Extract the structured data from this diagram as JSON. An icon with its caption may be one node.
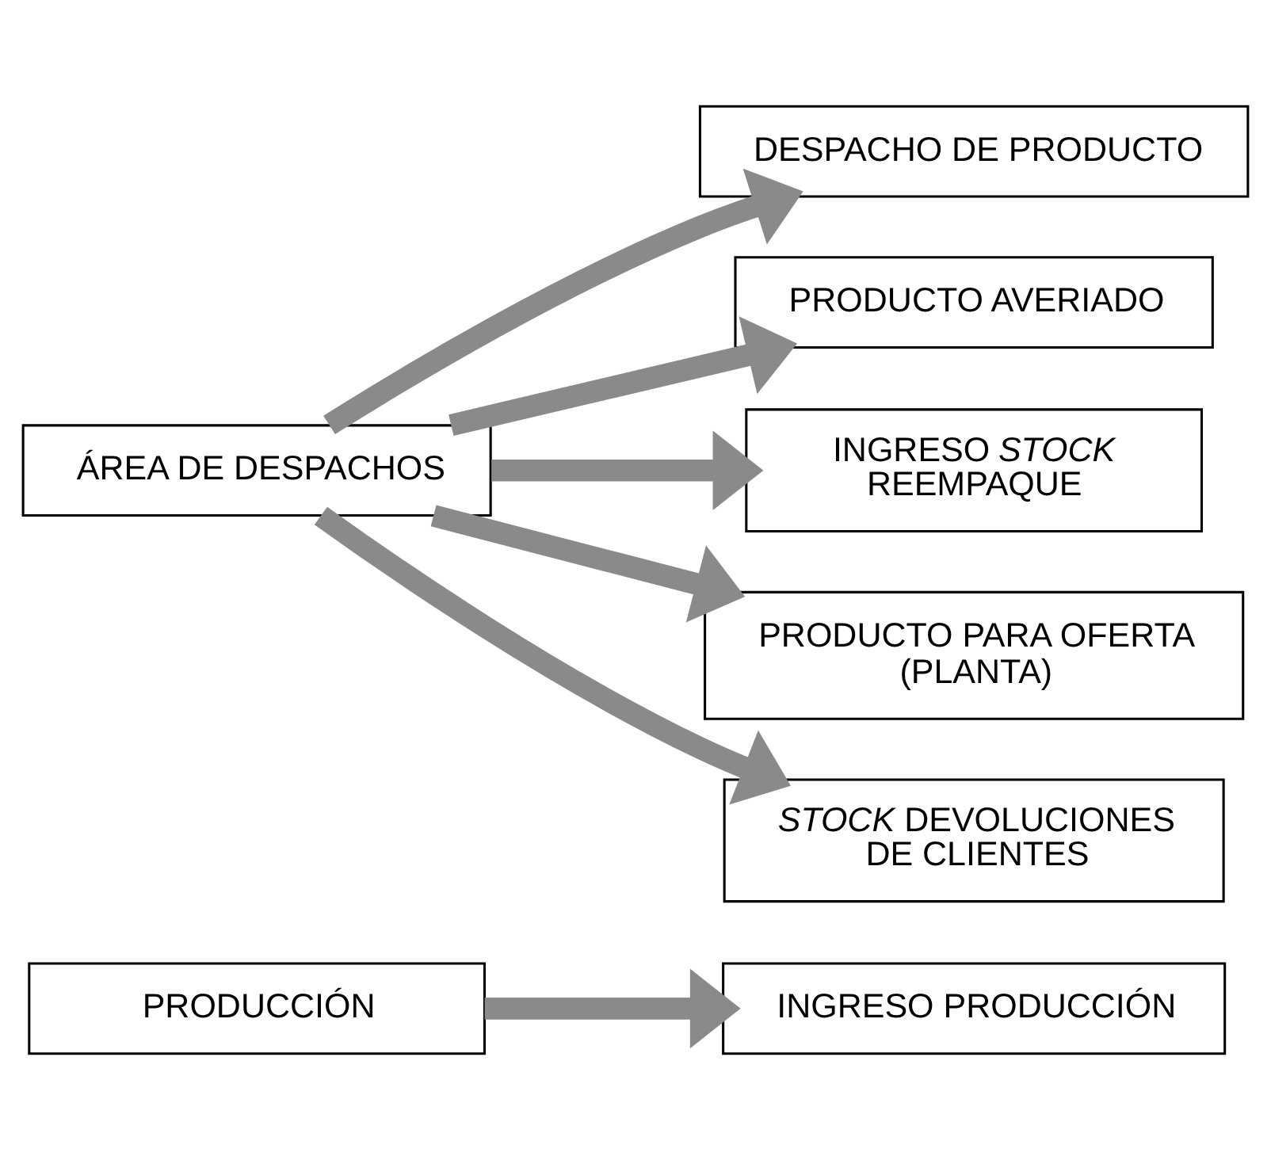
{
  "diagram": {
    "nodes": [
      {
        "text": [
          "PRODUCCIÓN"
        ]
      },
      {
        "text": [
          "INGRESO PRODUCCIÓN"
        ]
      },
      {
        "text": [
          "ÁREA DE DESPACHOS"
        ]
      },
      {
        "text": [
          "DESPACHO DE PRODUCTO"
        ]
      },
      {
        "text": [
          "PRODUCTO AVERIADO"
        ]
      },
      {
        "text": [
          "INGRESO *STOCK* REEMPAQUE"
        ]
      },
      {
        "text": [
          "PRODUCTO PARA OFERTA (PLANTA)"
        ]
      },
      {
        "text": [
          "*STOCK* DEVOLUCIONES DE CLIENTES"
        ]
      }
    ],
    "edges": [
      {
        "from": 0,
        "to": 1,
        "arrow": "to"
      },
      {
        "from": 2,
        "to": 3,
        "arrow": "to"
      },
      {
        "from": 2,
        "to": 4,
        "arrow": "to"
      },
      {
        "from": 2,
        "to": 5,
        "arrow": "to"
      },
      {
        "from": 2,
        "to": 6,
        "arrow": "to"
      },
      {
        "from": 2,
        "to": 7,
        "arrow": "to"
      }
    ]
  }
}
